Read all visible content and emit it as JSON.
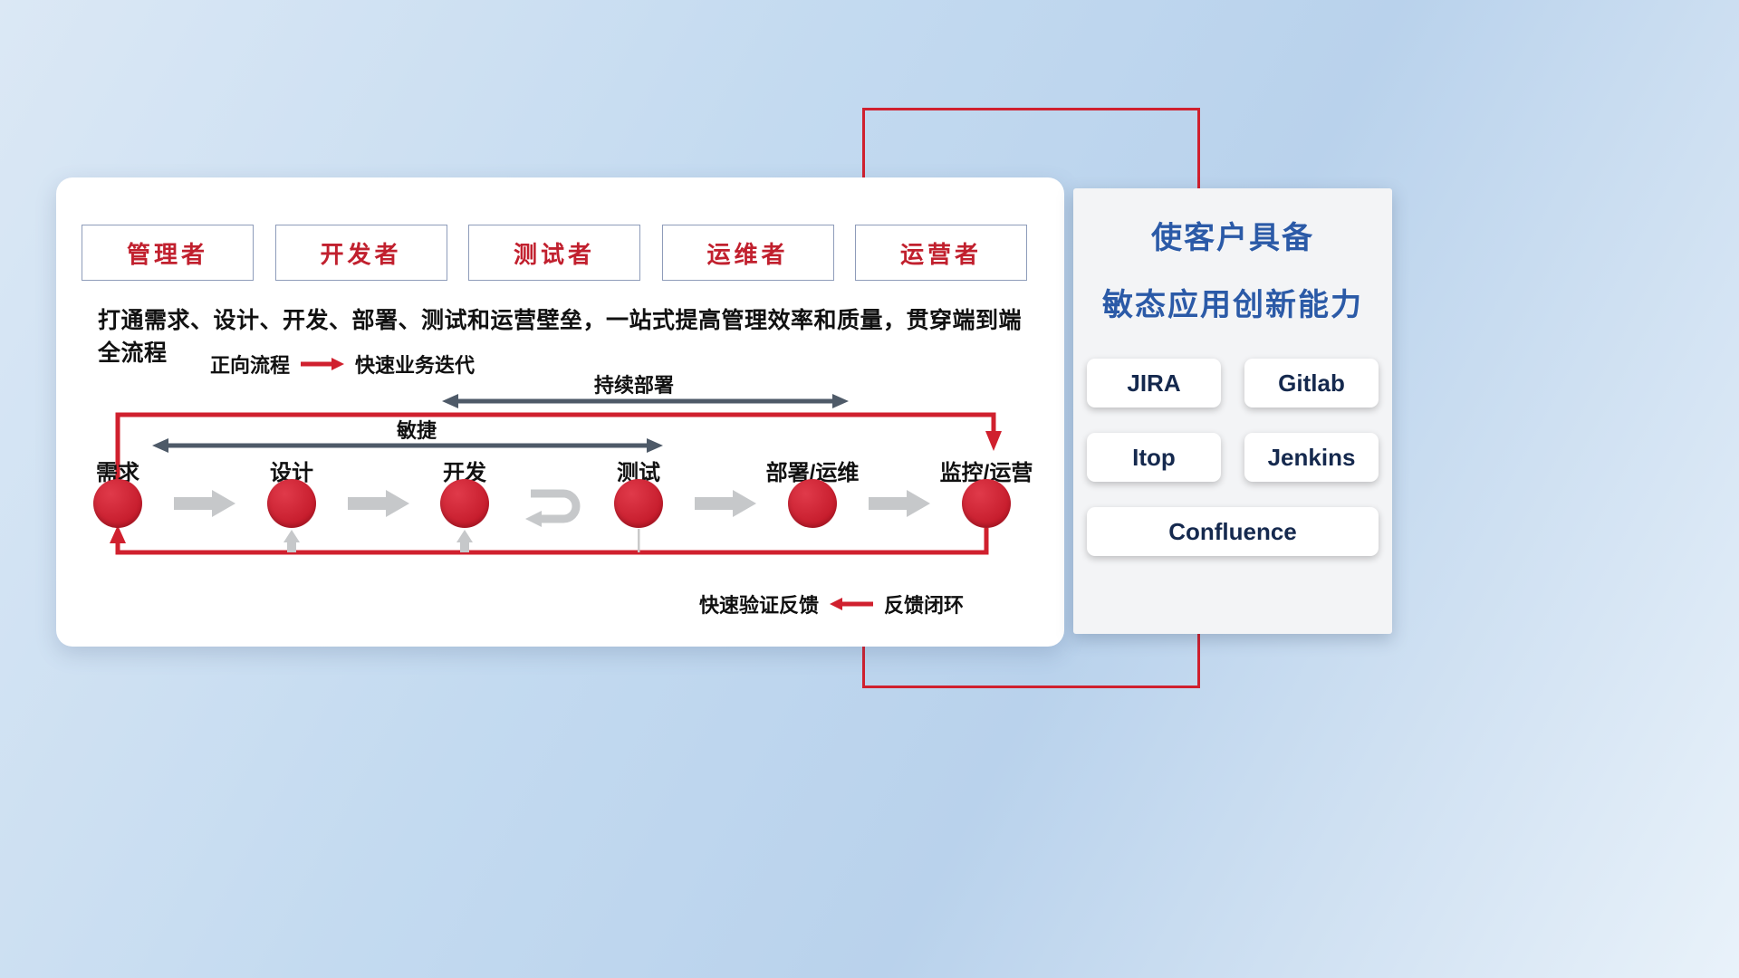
{
  "roles": [
    {
      "label": "管理者"
    },
    {
      "label": "开发者"
    },
    {
      "label": "测试者"
    },
    {
      "label": "运维者"
    },
    {
      "label": "运营者"
    }
  ],
  "subtitle": "打通需求、设计、开发、部署、测试和运营壁垒，一站式提高管理效率和质量，贯穿端到端全流程",
  "forward_legend": {
    "label": "正向流程",
    "desc": "快速业务迭代"
  },
  "flow_labels": {
    "continuous_deployment": "持续部署",
    "agile": "敏捷"
  },
  "stages": [
    {
      "label": "需求"
    },
    {
      "label": "设计"
    },
    {
      "label": "开发"
    },
    {
      "label": "测试"
    },
    {
      "label": "部署/运维"
    },
    {
      "label": "监控/运营"
    }
  ],
  "feedback_legend": {
    "label": "快速验证反馈",
    "desc": "反馈闭环"
  },
  "right_panel": {
    "title_line1": "使客户具备",
    "title_line2": "敏态应用创新能力",
    "tools": [
      {
        "label": "JIRA"
      },
      {
        "label": "Gitlab"
      },
      {
        "label": "Itop"
      },
      {
        "label": "Jenkins"
      },
      {
        "label": "Confluence"
      }
    ]
  },
  "colors": {
    "accent_red": "#d0202e",
    "title_blue": "#2b5aa7",
    "arrow_dark": "#4e5a68",
    "arrow_gray": "#c6c8ca"
  }
}
